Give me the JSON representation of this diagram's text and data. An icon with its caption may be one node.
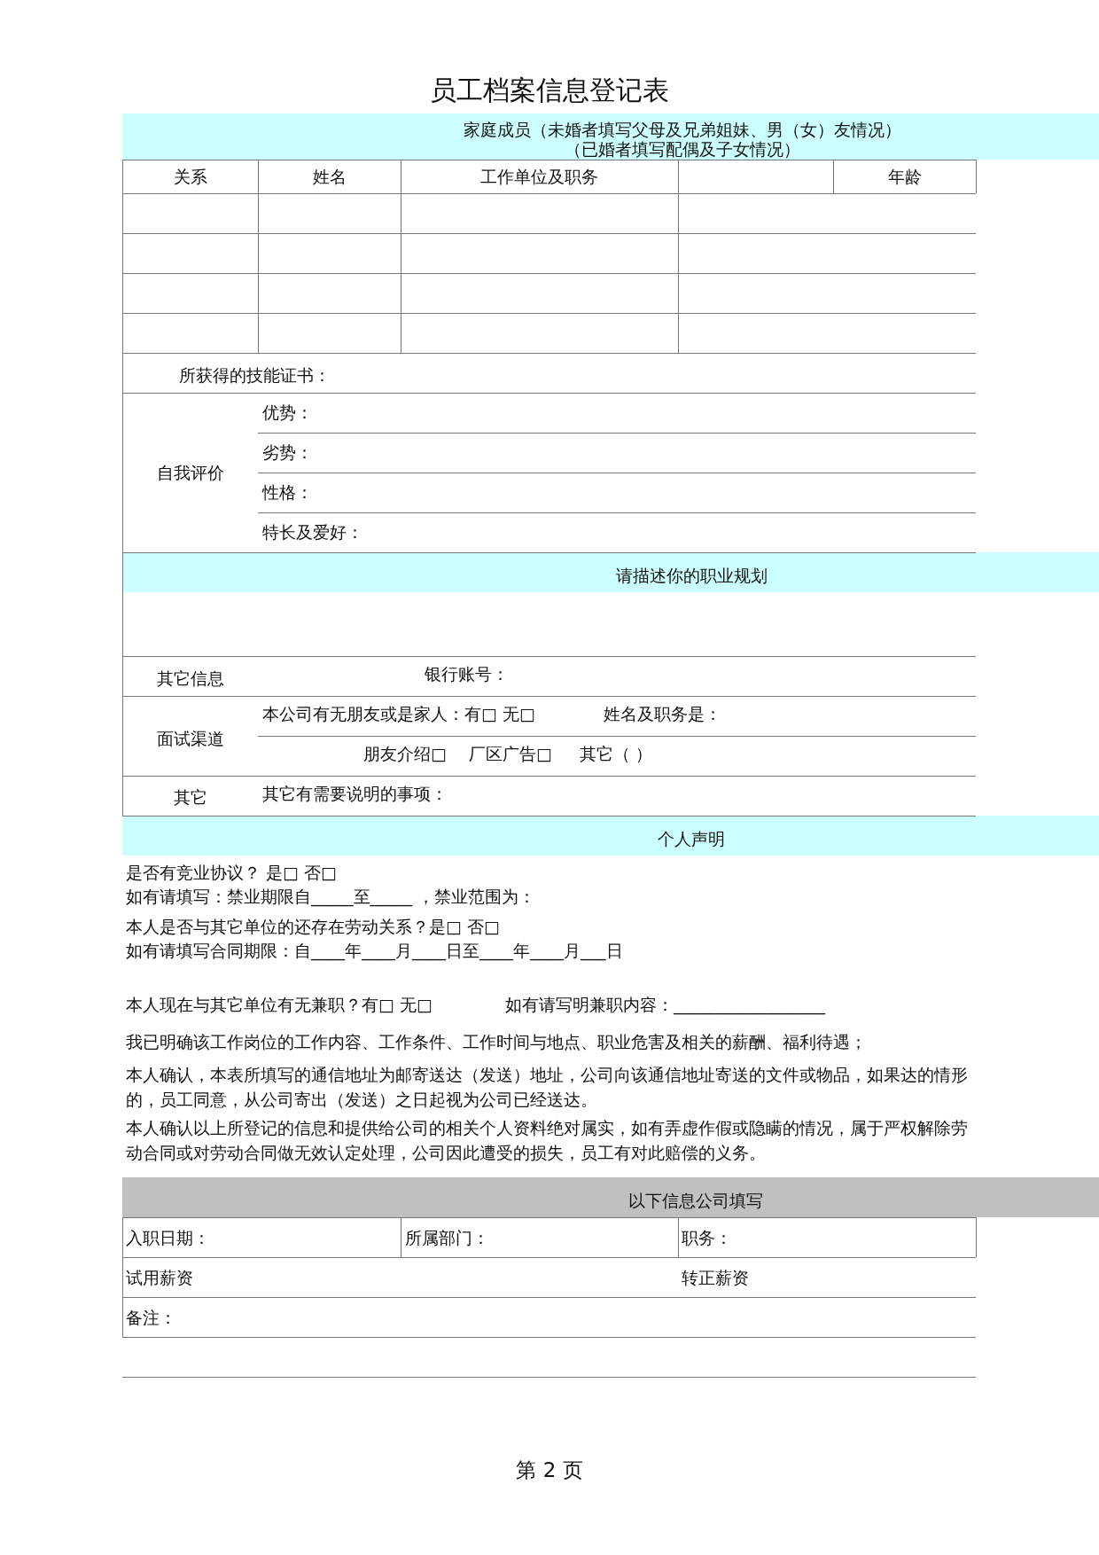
{
  "diagram": {
    "title": "员工档案信息登记表",
    "labels": [
      "家庭成员（未婚者填写父母及兄弟姐妹、男（女）友情况）",
      "（已婚者填写配偶及子女情况）",
      "关系",
      "姓名",
      "工作单位及职务",
      "年龄",
      "所获得的技能证书：",
      "自我评价",
      "优势：",
      "劣势：",
      "性格：",
      "特长及爱好：",
      "请描述你的职业规划",
      "其它信息",
      "银行账号：",
      "面试渠道",
      "本公司有无朋友或是家人：有□  无□",
      "姓名及职务是：",
      "朋友介绍□",
      "厂区广告□",
      "其它（          ）",
      "其它",
      "其它有需要说明的事项：",
      "个人声明",
      "是否有竞业协议？ 是□  否□",
      "如有请填写：禁业期限自_____至_____  ，禁业范围为：",
      "本人是否与其它单位的还存在劳动关系？是□  否□",
      "如有请填写合同期限：自____年____月____日至____年____月___日",
      "本人现在与其它单位有无兼职？有□  无□",
      "如有请写明兼职内容：__________________",
      "我已明确该工作岗位的工作内容、工作条件、工作时间与地点、职业危害及相关的薪酬、福利待遇；",
      "本人确认，本表所填写的通信地址为邮寄送达（发送）地址，公司向该通信地址寄送的文件或物品，如果达的情形的，员工同意，从公司寄出（发送）之日起视为公司已经送达。",
      "本人确认以上所登记的信息和提供给公司的相关个人资料绝对属实，如有弄虚作假或隐瞒的情况，属于严权解除劳动合同或对劳动合同做无效认定处理，公司因此遭受的损失，员工有对此赔偿的义务。",
      "以下信息公司填写",
      "入职日期：",
      "所属部门：",
      "职务：",
      "试用薪资",
      "转正薪资",
      "备注：",
      "第 2 页"
    ]
  }
}
